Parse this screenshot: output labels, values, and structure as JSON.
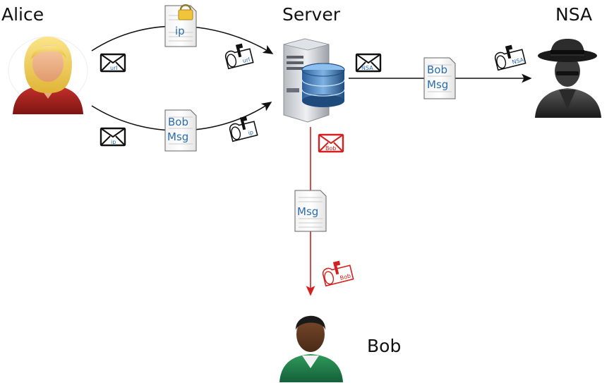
{
  "nodes": {
    "alice": "Alice",
    "server": "Server",
    "nsa": "NSA",
    "bob": "Bob"
  },
  "documents": {
    "doc_top": "ip",
    "doc_middle_line1": "Bob",
    "doc_middle_line2": "Msg",
    "doc_right_line1": "Bob",
    "doc_right_line2": "Msg",
    "doc_bottom": "Msg"
  },
  "envelopes": {
    "alice_top": "url",
    "alice_bottom": "ip",
    "server_nsa": "NSA",
    "server_bob": "Bob"
  },
  "mailboxes": {
    "server_top": "url",
    "server_bottom": "ip",
    "nsa": "NSA",
    "bob": "Bob"
  },
  "colors": {
    "line": "#111111",
    "red": "#d42020",
    "doc_text": "#2a6bb0"
  }
}
